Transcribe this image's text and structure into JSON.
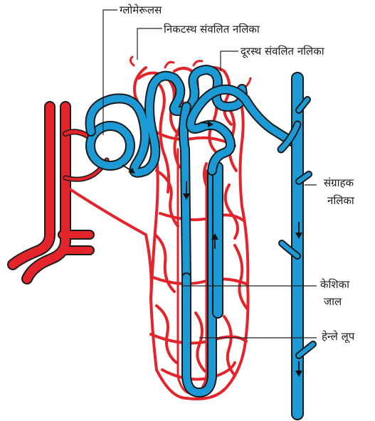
{
  "labels": {
    "glomerulus": "ग्लोमेरूलस",
    "proximal_tubule": "निकटस्थ संवलित नलिका",
    "distal_tubule": "दूरस्थ संवलित नलिका",
    "collecting_duct_line1": "संग्राहक",
    "collecting_duct_line2": "नलिका",
    "capillary_line1": "केशिका",
    "capillary_line2": "जाल",
    "henle_loop": "हेन्ले लूप"
  },
  "colors": {
    "blood_vessel": "#e3252b",
    "tubule": "#1b9ad6",
    "outline": "#1a1a1a"
  }
}
